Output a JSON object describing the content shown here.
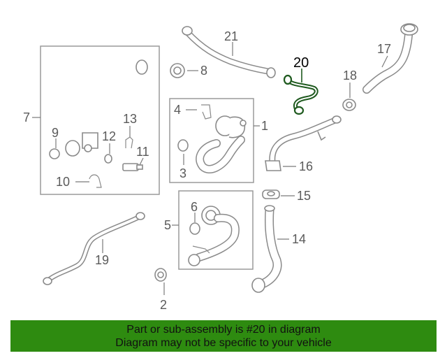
{
  "callouts": {
    "c1": "1",
    "c2": "2",
    "c3": "3",
    "c4": "4",
    "c5": "5",
    "c6": "6",
    "c7": "7",
    "c8": "8",
    "c9": "9",
    "c10": "10",
    "c11": "11",
    "c12": "12",
    "c13": "13",
    "c14": "14",
    "c15": "15",
    "c16": "16",
    "c17": "17",
    "c18": "18",
    "c19": "19",
    "c20": "20",
    "c21": "21"
  },
  "highlight_color": "#1f5a1f",
  "banner": {
    "line1": "Part or sub-assembly is #20 in diagram",
    "line2": "Diagram may not be specific to your vehicle",
    "color": "#2e8b10"
  }
}
